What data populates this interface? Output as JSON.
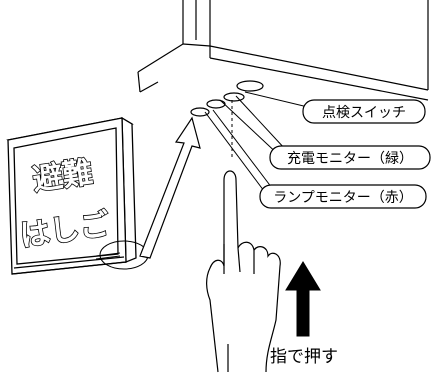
{
  "sign": {
    "line1": "避難",
    "line2": "はしご"
  },
  "callouts": {
    "inspection_switch": "点検スイッチ",
    "charge_monitor": "充電モニター（緑）",
    "lamp_monitor": "ランプモニター（赤）"
  },
  "caption": "指で押す"
}
